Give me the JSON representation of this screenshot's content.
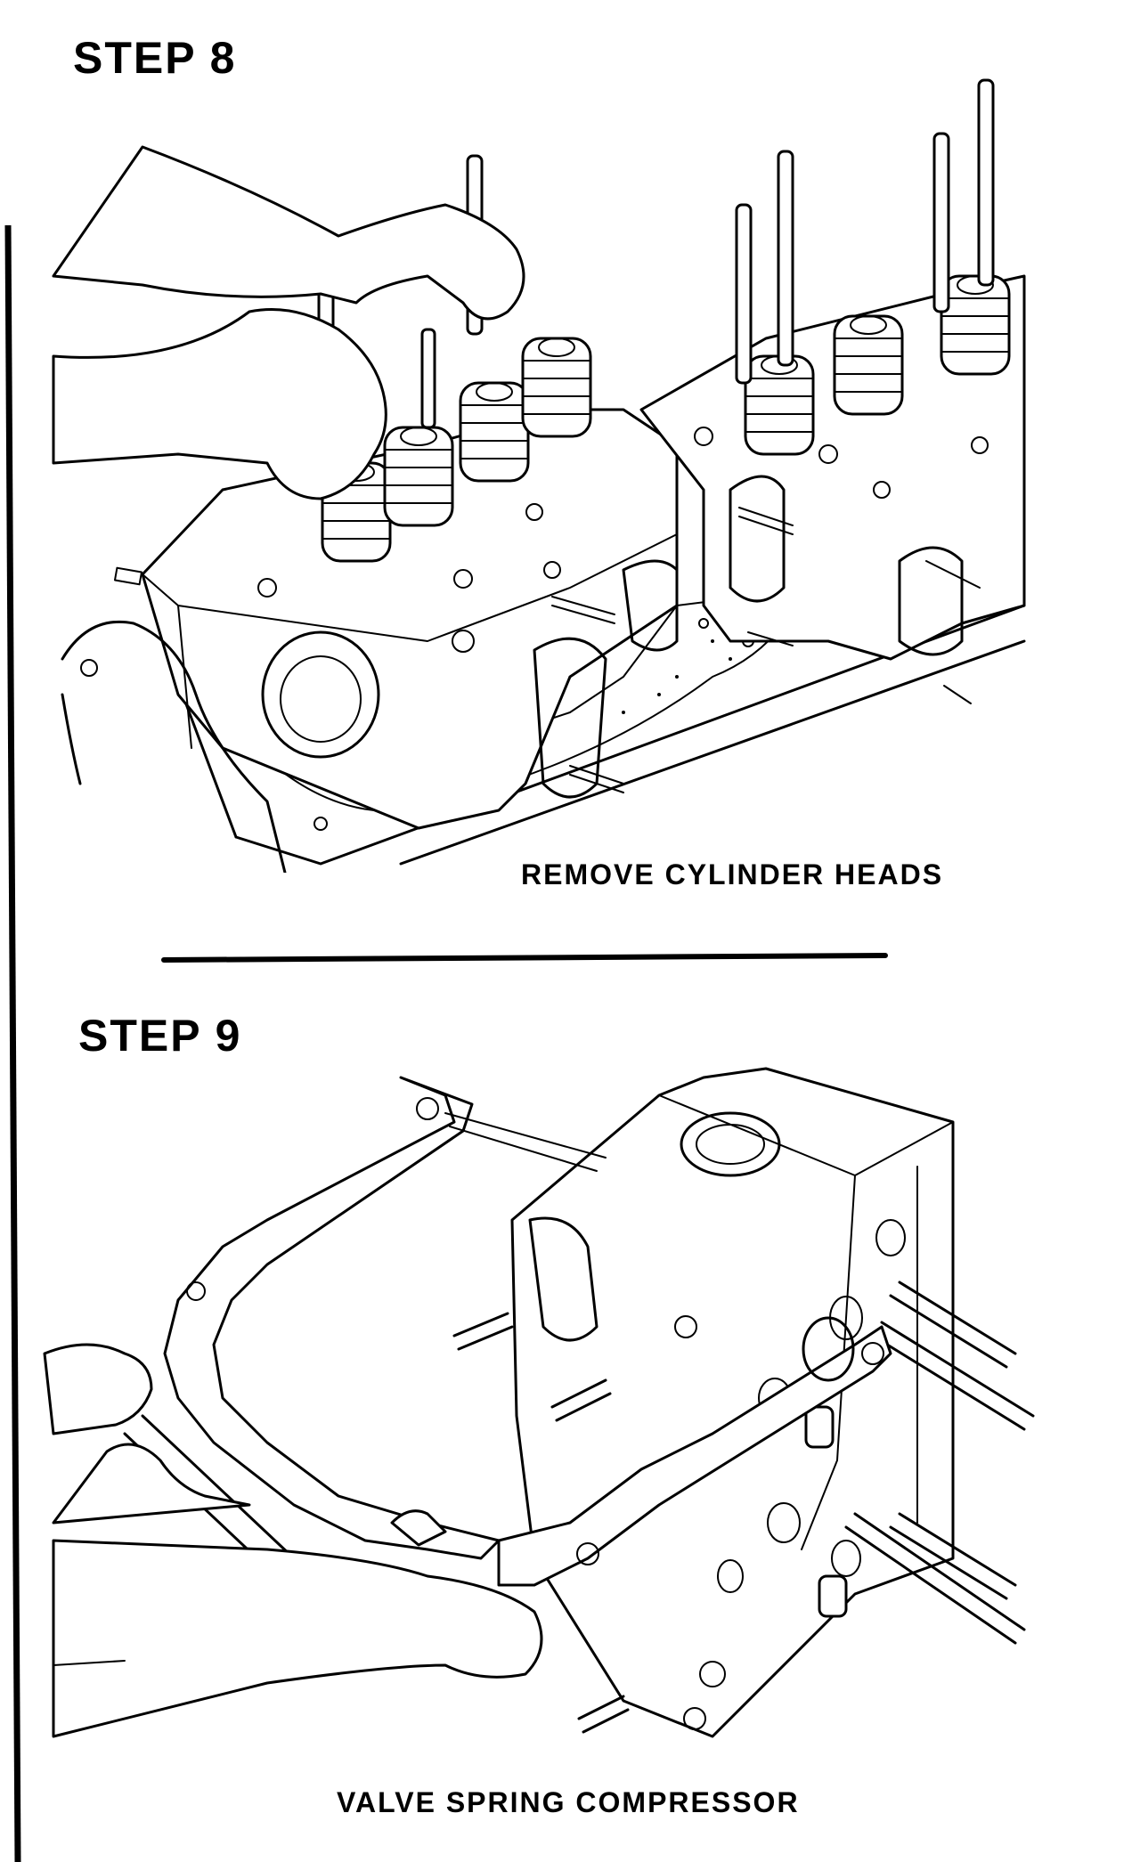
{
  "page": {
    "steps": [
      {
        "title": "STEP 8",
        "caption": "REMOVE CYLINDER HEADS",
        "illustration": "hands-removing-cylinder-heads-drawing"
      },
      {
        "title": "STEP 9",
        "caption": "VALVE SPRING COMPRESSOR",
        "illustration": "valve-spring-compressor-on-cylinder-head-drawing"
      }
    ]
  }
}
